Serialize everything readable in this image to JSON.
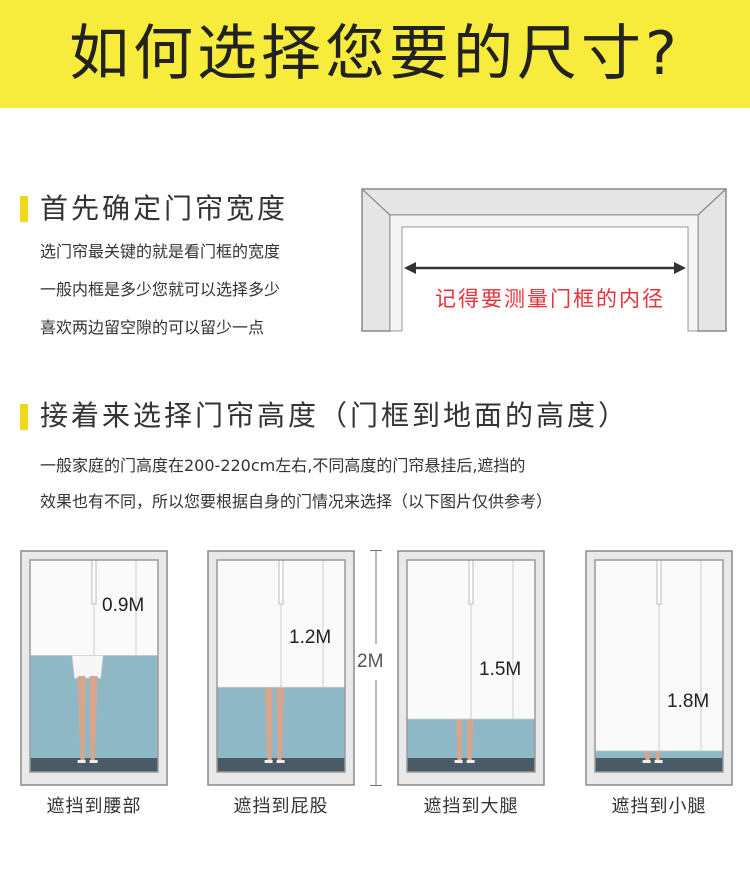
{
  "header": {
    "title": "如何选择您要的尺寸?"
  },
  "width_section": {
    "title": "首先确定门帘宽度",
    "lines": [
      "选门帘最关键的就是看门框的宽度",
      "一般内框是多少您就可以选择多少",
      "喜欢两边留空隙的可以留少一点"
    ],
    "diagram_label": "记得要测量门框的内径"
  },
  "height_section": {
    "title": "接着来选择门帘高度（门框到地面的高度）",
    "lines": [
      "一般家庭的门高度在200-220cm左右,不同高度的门帘悬挂后,遮挡的",
      "效果也有不同，所以您要根据自身的门情况来选择（以下图片仅供参考）"
    ]
  },
  "door_scale": {
    "label": "2M",
    "value_m": 2.0
  },
  "doors": [
    {
      "height_label": "0.9M",
      "height_m": 0.9,
      "caption": "遮挡到腰部"
    },
    {
      "height_label": "1.2M",
      "height_m": 1.2,
      "caption": "遮挡到屁股"
    },
    {
      "height_label": "1.5M",
      "height_m": 1.5,
      "caption": "遮挡到大腿"
    },
    {
      "height_label": "1.8M",
      "height_m": 1.8,
      "caption": "遮挡到小腿"
    }
  ],
  "colors": {
    "banner": "#f7ec3b",
    "accent_bar": "#f3d71d",
    "label_red": "#e8323a",
    "wall_blue": "#8fb8c6",
    "curtain_white": "#fafafa"
  }
}
